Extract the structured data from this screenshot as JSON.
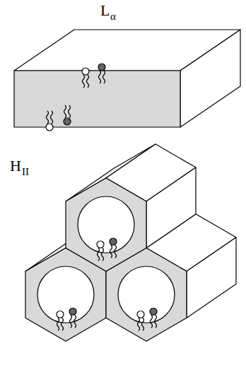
{
  "diagram": {
    "labels": [
      "L",
      "α",
      "H",
      "II"
    ]
  }
}
